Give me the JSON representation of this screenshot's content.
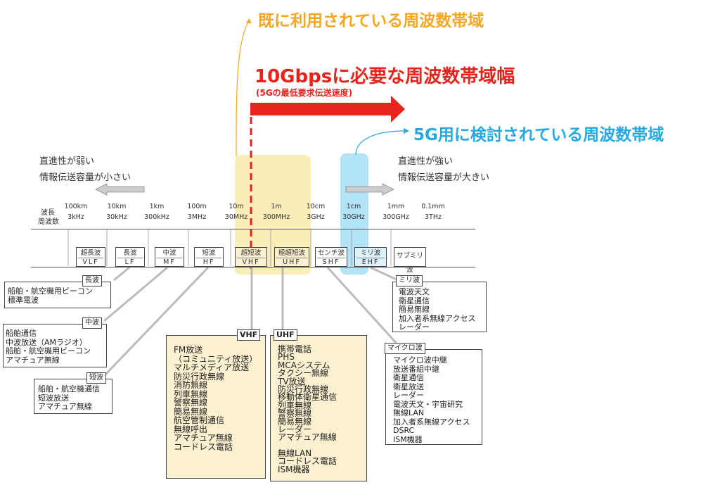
{
  "callouts": {
    "existing": "既に利用されている周波数帯域",
    "required": "10Gbpsに必要な周波数帯域幅",
    "required_sub": "(5Gの最低要求伝送速度)",
    "candidate": "5G用に検討されている周波数帯域"
  },
  "notes": {
    "left_line1": "直進性が弱い",
    "left_line2": "情報伝送容量が小さい",
    "right_line1": "直進性が強い",
    "right_line2": "情報伝送容量が大きい"
  },
  "scale": {
    "wavelength_label": "波長",
    "frequency_label": "周波数",
    "ticks": [
      {
        "wl": "100km",
        "fr": "3kHz"
      },
      {
        "wl": "10km",
        "fr": "30kHz"
      },
      {
        "wl": "1km",
        "fr": "300kHz"
      },
      {
        "wl": "100m",
        "fr": "3MHz"
      },
      {
        "wl": "10m",
        "fr": "30MHz"
      },
      {
        "wl": "1m",
        "fr": "300MHz"
      },
      {
        "wl": "10cm",
        "fr": "3GHz"
      },
      {
        "wl": "1cm",
        "fr": "30GHz"
      },
      {
        "wl": "1mm",
        "fr": "300GHz"
      },
      {
        "wl": "0.1mm",
        "fr": "3THz"
      }
    ]
  },
  "bands": [
    {
      "jp": "超長波",
      "en": "VLF"
    },
    {
      "jp": "長波",
      "en": "LF"
    },
    {
      "jp": "中波",
      "en": "MF"
    },
    {
      "jp": "短波",
      "en": "HF"
    },
    {
      "jp": "超短波",
      "en": "VHF"
    },
    {
      "jp": "極超短波",
      "en": "UHF"
    },
    {
      "jp": "センチ波",
      "en": "SHF"
    },
    {
      "jp": "ミリ波",
      "en": "EHF"
    },
    {
      "jp": "サブミリ波",
      "en": ""
    }
  ],
  "boxes": {
    "lf": {
      "title": "長波",
      "items": [
        "船舶・航空機用ビーコン",
        "標準電波"
      ]
    },
    "mf": {
      "title": "中波",
      "items": [
        "船舶通信",
        "中波放送（AMラジオ）",
        "船舶・航空機用ビーコン",
        "アマチュア無線"
      ]
    },
    "hf": {
      "title": "短波",
      "items": [
        "船舶・航空機通信",
        "短波放送",
        "アマチュア無線"
      ]
    },
    "vhf": {
      "title": "VHF",
      "items": [
        "FM放送",
        "（コミュニティ放送）",
        "マルチメディア放送",
        "防災行政無線",
        "消防無線",
        "列車無線",
        "警察無線",
        "簡易無線",
        "航空管制通信",
        "無線呼出",
        "アマチュア無線",
        "コードレス電話"
      ]
    },
    "uhf": {
      "title": "UHF",
      "items": [
        "携帯電話",
        "PHS",
        "MCAシステム",
        "タクシー無線",
        "TV放送",
        "防災行政無線",
        "移動体衛星通信",
        "列車無線",
        "警察無線",
        "簡易無線",
        "レーダー",
        "アマチュア無線",
        "",
        "無線LAN",
        "コードレス電話",
        "ISM機器"
      ]
    },
    "micro": {
      "title": "マイクロ波",
      "items": [
        "マイクロ波中継",
        "放送番組中継",
        "衛星通信",
        "衛星放送",
        "レーダー",
        "電波天文・宇宙研究",
        "無線LAN",
        "加入者系無線アクセス",
        "DSRC",
        "ISM機器"
      ]
    },
    "milli": {
      "title": "ミリ波",
      "items": [
        "電波天文",
        "衛星通信",
        "簡易無線",
        "加入者系無線アクセス",
        "レーダー"
      ]
    }
  },
  "colors": {
    "existing_highlight": "#f8de7e",
    "candidate_highlight": "#7fd0f2",
    "required_arrow": "#e8231c",
    "existing_text": "#f5a623",
    "candidate_text": "#25a9e0"
  }
}
